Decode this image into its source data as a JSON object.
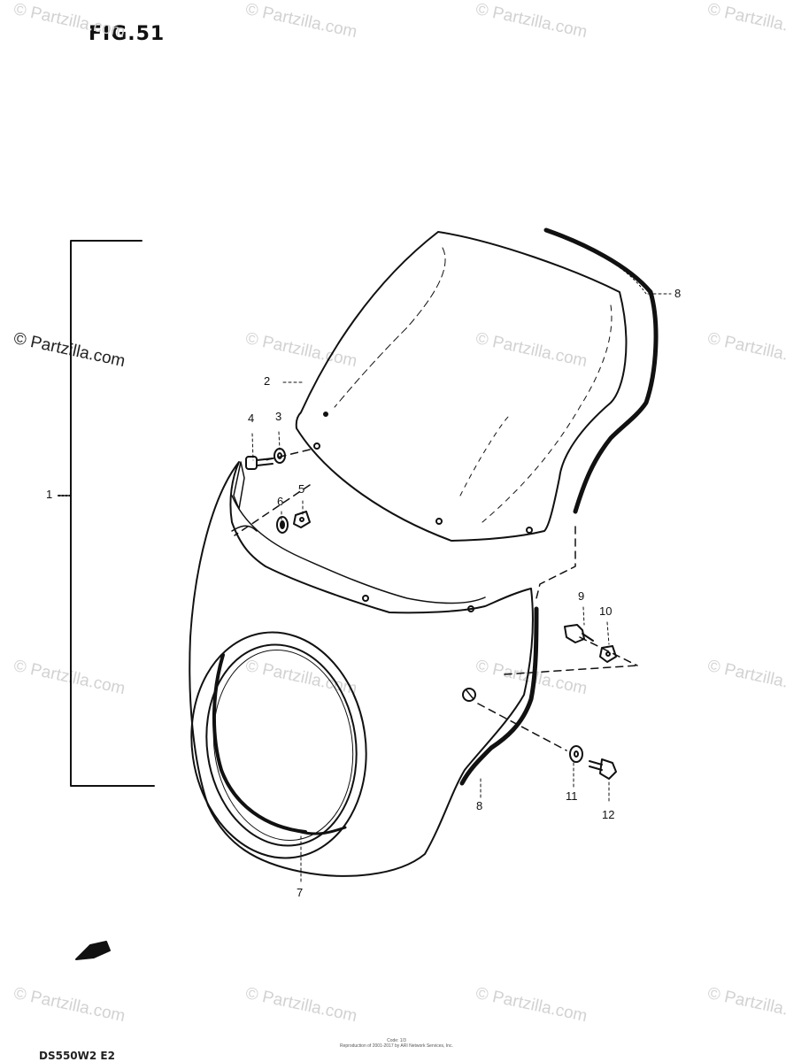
{
  "figure": {
    "title": "FIG.51"
  },
  "watermark": {
    "text": "© Partzilla.com"
  },
  "callouts": [
    "1",
    "2",
    "3",
    "4",
    "5",
    "6",
    "7",
    "8",
    "8",
    "9",
    "10",
    "11",
    "12"
  ],
  "footer": {
    "code": "DS550W2 E2"
  },
  "copyright": {
    "line1": "Code: 1/3",
    "line2": "Reproduction of 2001-2017 by ARI Network Services, Inc."
  },
  "colors": {
    "ink": "#111111",
    "watermark": "#d2d2d2"
  }
}
